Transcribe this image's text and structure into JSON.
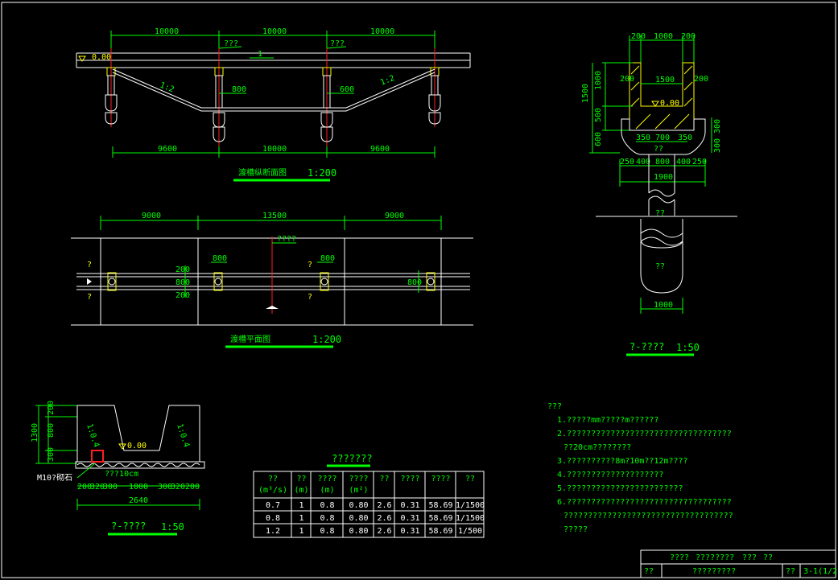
{
  "elevation": {
    "dims_top": [
      "10000",
      "10000",
      "10000"
    ],
    "dims_bottom": [
      "9600",
      "10000",
      "9600"
    ],
    "level": "0.00",
    "pier_labels": [
      "???",
      "???"
    ],
    "slope_left": "1:2",
    "slope_right": "1:2",
    "slope_arrow": "1",
    "pier_widths": [
      "800",
      "600"
    ],
    "title": "渡槽纵断面图",
    "scale": "1:200"
  },
  "plan": {
    "dims_top": [
      "9000",
      "13500",
      "9000"
    ],
    "section_label": "????",
    "pier_dims": [
      "800",
      "800"
    ],
    "side_dims": [
      "200",
      "800",
      "200"
    ],
    "end_dim": "800",
    "cut_marks": [
      "?",
      "?",
      "?",
      "?"
    ],
    "title": "渡槽平面图",
    "scale": "1:200"
  },
  "cross_section": {
    "dims_top": [
      "200",
      "1000",
      "200"
    ],
    "dims_inner": [
      "200",
      "1500",
      "200"
    ],
    "level": "0.00",
    "dims_left": [
      "1000",
      "500",
      "1500",
      "600"
    ],
    "dims_right": [
      "300",
      "300"
    ],
    "dims_base1": [
      "350",
      "700",
      "350"
    ],
    "label_mid": "??",
    "dims_base2": [
      "250",
      "400",
      "800",
      "400",
      "250"
    ],
    "dim_cap": "1900",
    "pile_labels": [
      "??",
      "??"
    ],
    "dim_pile": "1000",
    "title": "?-????",
    "scale": "1:50"
  },
  "small_section": {
    "dims_left": [
      "200",
      "800",
      "1300",
      "300"
    ],
    "slopes": [
      "1:0.4",
      "1:0.4"
    ],
    "level": "0.00",
    "bedding": "???10cm",
    "material": "M10?砌石",
    "dims_bottom": [
      "200",
      "320",
      "300",
      "1000",
      "300",
      "320",
      "200"
    ],
    "dim_total": "2640",
    "title": "?-????",
    "scale": "1:50"
  },
  "table": {
    "title": "???????",
    "headers": [
      [
        "??",
        "(m³/s)"
      ],
      [
        "??",
        "(m)"
      ],
      [
        "????",
        "(m)"
      ],
      [
        "????",
        "(m²)"
      ],
      [
        "??",
        ""
      ],
      [
        "????",
        ""
      ],
      [
        "????",
        ""
      ],
      [
        "??",
        ""
      ]
    ],
    "rows": [
      [
        "0.7",
        "1",
        "0.8",
        "0.80",
        "2.6",
        "0.31",
        "58.69",
        "1/1500"
      ],
      [
        "0.8",
        "1",
        "0.8",
        "0.80",
        "2.6",
        "0.31",
        "58.69",
        "1/1500"
      ],
      [
        "1.2",
        "1",
        "0.8",
        "0.80",
        "2.6",
        "0.31",
        "58.69",
        "1/500"
      ]
    ]
  },
  "notes": {
    "heading": "???",
    "lines": [
      "1.?????mm?????m??????",
      "2.??????????????????????????????????",
      "??20cm????????",
      "3.??????????8m?10m??12m????",
      "4.????????????????????",
      "5.????????????????????????",
      "6.??????????????????????????????????",
      "???????????????????????????????????",
      "?????"
    ]
  },
  "title_block": {
    "row1": [
      "????",
      "????????",
      "???",
      "??"
    ],
    "row2": [
      "??",
      "?????????",
      "??",
      "3-1(1/2)"
    ]
  }
}
